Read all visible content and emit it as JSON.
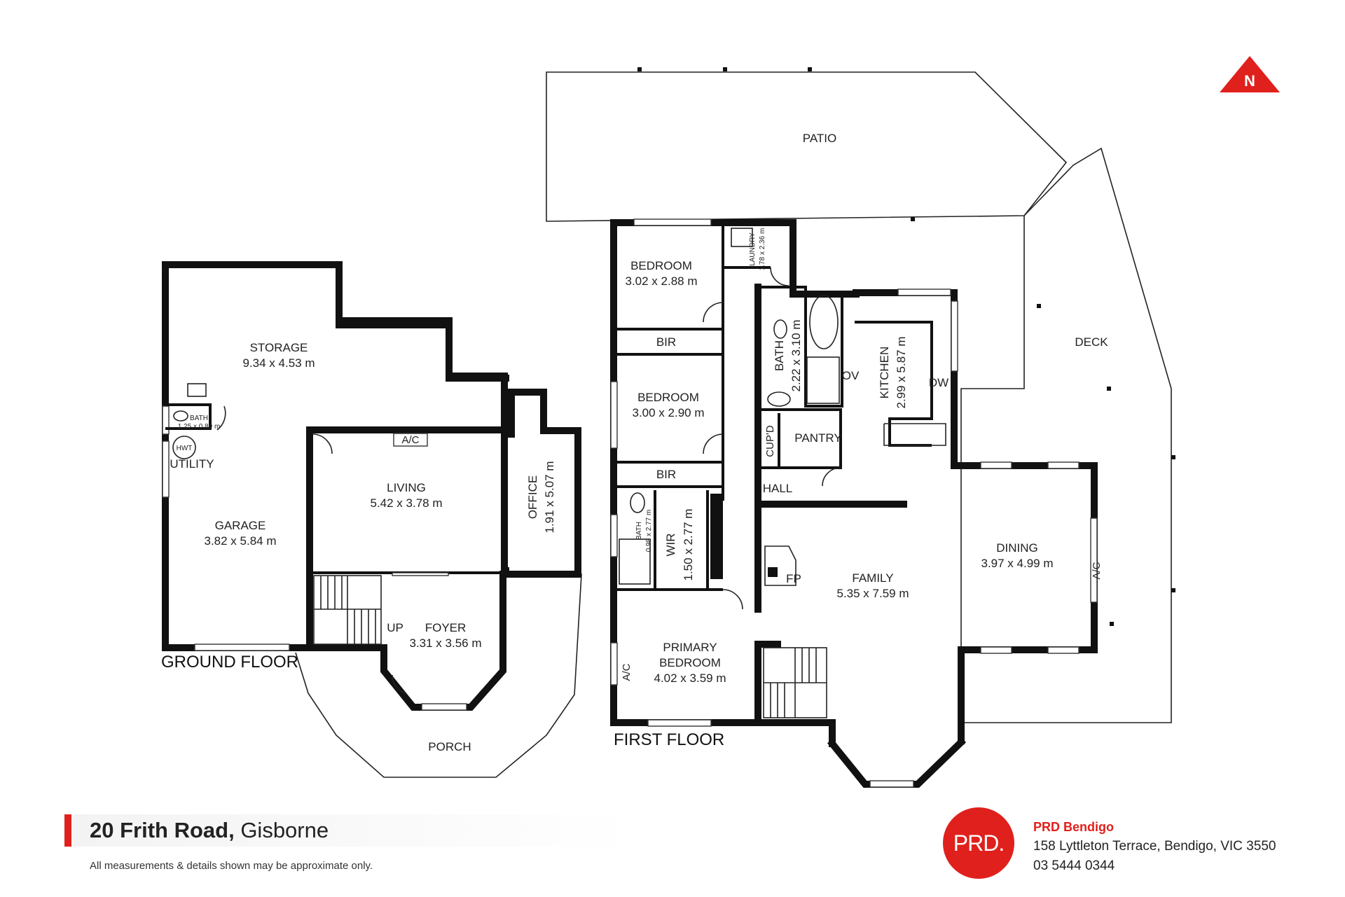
{
  "property": {
    "address_bold": "20 Frith Road,",
    "address_suburb": " Gisborne",
    "disclaimer": "All measurements & details shown may be approximate only."
  },
  "agency": {
    "logo_text": "PRD.",
    "name": "PRD Bendigo",
    "address": "158 Lyttleton Terrace, Bendigo, VIC 3550",
    "phone": "03 5444 0344"
  },
  "compass": {
    "label": "N"
  },
  "brand_colors": {
    "accent": "#e0201c"
  },
  "ground_floor": {
    "title": "GROUND FLOOR",
    "rooms": {
      "storage": {
        "name": "STORAGE",
        "size": "9.34 x 4.53 m"
      },
      "bath": {
        "name": "BATH",
        "size": "1.25 x 0.89 m"
      },
      "hwt": "HWT",
      "utility": "UTILITY",
      "garage": {
        "name": "GARAGE",
        "size": "3.82 x 5.84 m"
      },
      "ac": "A/C",
      "living": {
        "name": "LIVING",
        "size": "5.42 x 3.78 m"
      },
      "office": {
        "name": "OFFICE",
        "size": "1.91 x 5.07 m"
      },
      "up": "UP",
      "foyer": {
        "name": "FOYER",
        "size": "3.31 x 3.56 m"
      },
      "porch": "PORCH"
    }
  },
  "first_floor": {
    "title": "FIRST FLOOR",
    "rooms": {
      "patio": "PATIO",
      "deck": "DECK",
      "bedroom1": {
        "name": "BEDROOM",
        "size": "3.02 x 2.88 m"
      },
      "laundry": {
        "name": "LAUNDRY",
        "size": "1.78 x 2.36 m"
      },
      "bir1": "BIR",
      "bath": {
        "name": "BATH",
        "size": "2.22 x 3.10 m"
      },
      "ov": "OV",
      "kitchen": {
        "name": "KITCHEN",
        "size": "2.99 x 5.87 m"
      },
      "dw": "DW",
      "bedroom2": {
        "name": "BEDROOM",
        "size": "3.00 x 2.90 m"
      },
      "cupd": "CUP'D",
      "pantry": "PANTRY",
      "bir2": "BIR",
      "hall": "HALL",
      "bath2": {
        "name": "BATH",
        "size": "0.98 x 2.77 m"
      },
      "wir": {
        "name": "WIR",
        "size": "1.50 x 2.77 m"
      },
      "fp": "FP",
      "family": {
        "name": "FAMILY",
        "size": "5.35 x 7.59 m"
      },
      "dining": {
        "name": "DINING",
        "size": "3.97 x 4.99 m"
      },
      "ac1": "A/C",
      "ac2": "A/C",
      "primary": {
        "name1": "PRIMARY",
        "name2": "BEDROOM",
        "size": "4.02 x 3.59 m"
      }
    }
  }
}
